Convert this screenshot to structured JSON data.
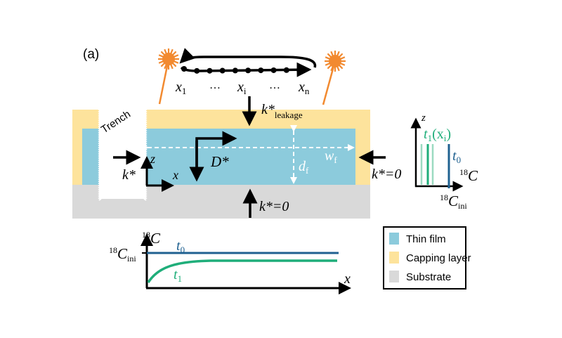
{
  "panel_label": "(a)",
  "colors": {
    "thin_film": "#8ccbdc",
    "capping_layer": "#fde39c",
    "substrate": "#d9d9d9",
    "laser": "#f28a30",
    "t0_line": "#1f6190",
    "t1_line": "#1fae7a",
    "t1_light": "#9bdac0",
    "arrow": "#000000",
    "dashed": "#ffffff"
  },
  "scan": {
    "points": [
      "x",
      "x",
      "x"
    ],
    "labels": [
      {
        "base": "x",
        "sub": "1"
      },
      {
        "base": "…",
        "sub": ""
      },
      {
        "base": "x",
        "sub": "i"
      },
      {
        "base": "…",
        "sub": ""
      },
      {
        "base": "x",
        "sub": "n"
      }
    ],
    "dot_count": 10
  },
  "cross_section": {
    "trench_label": "Trench",
    "k_leakage": {
      "base": "k*",
      "sub": "leakage"
    },
    "k_left": "k*",
    "k_right": "k*=0",
    "k_bottom": "k*=0",
    "diffusion": "D*",
    "axis_z": "z",
    "axis_x": "x",
    "thickness": {
      "base": "d",
      "sub": "f"
    },
    "width": {
      "base": "w",
      "sub": "f"
    }
  },
  "depth_profile": {
    "axis_z": "z",
    "axis_c": {
      "sup": "18",
      "base": "C"
    },
    "c_ini": {
      "sup": "18",
      "base": "C",
      "sub": "ini"
    },
    "t1_label": {
      "base": "t",
      "sub": "1",
      "paren": "(x",
      "paren_sub": "i",
      "close": ")"
    },
    "t0_label": {
      "base": "t",
      "sub": "0"
    }
  },
  "lateral_profile": {
    "axis_y": {
      "sup": "18",
      "base": "C"
    },
    "axis_x": "x",
    "c_ini": {
      "sup": "18",
      "base": "C",
      "sub": "ini"
    },
    "t0_label": {
      "base": "t",
      "sub": "0"
    },
    "t1_label": {
      "base": "t",
      "sub": "1"
    }
  },
  "legend": {
    "items": [
      {
        "label": "Thin film",
        "color": "#8ccbdc"
      },
      {
        "label": "Capping layer",
        "color": "#fde39c"
      },
      {
        "label": "Substrate",
        "color": "#d9d9d9"
      }
    ]
  }
}
